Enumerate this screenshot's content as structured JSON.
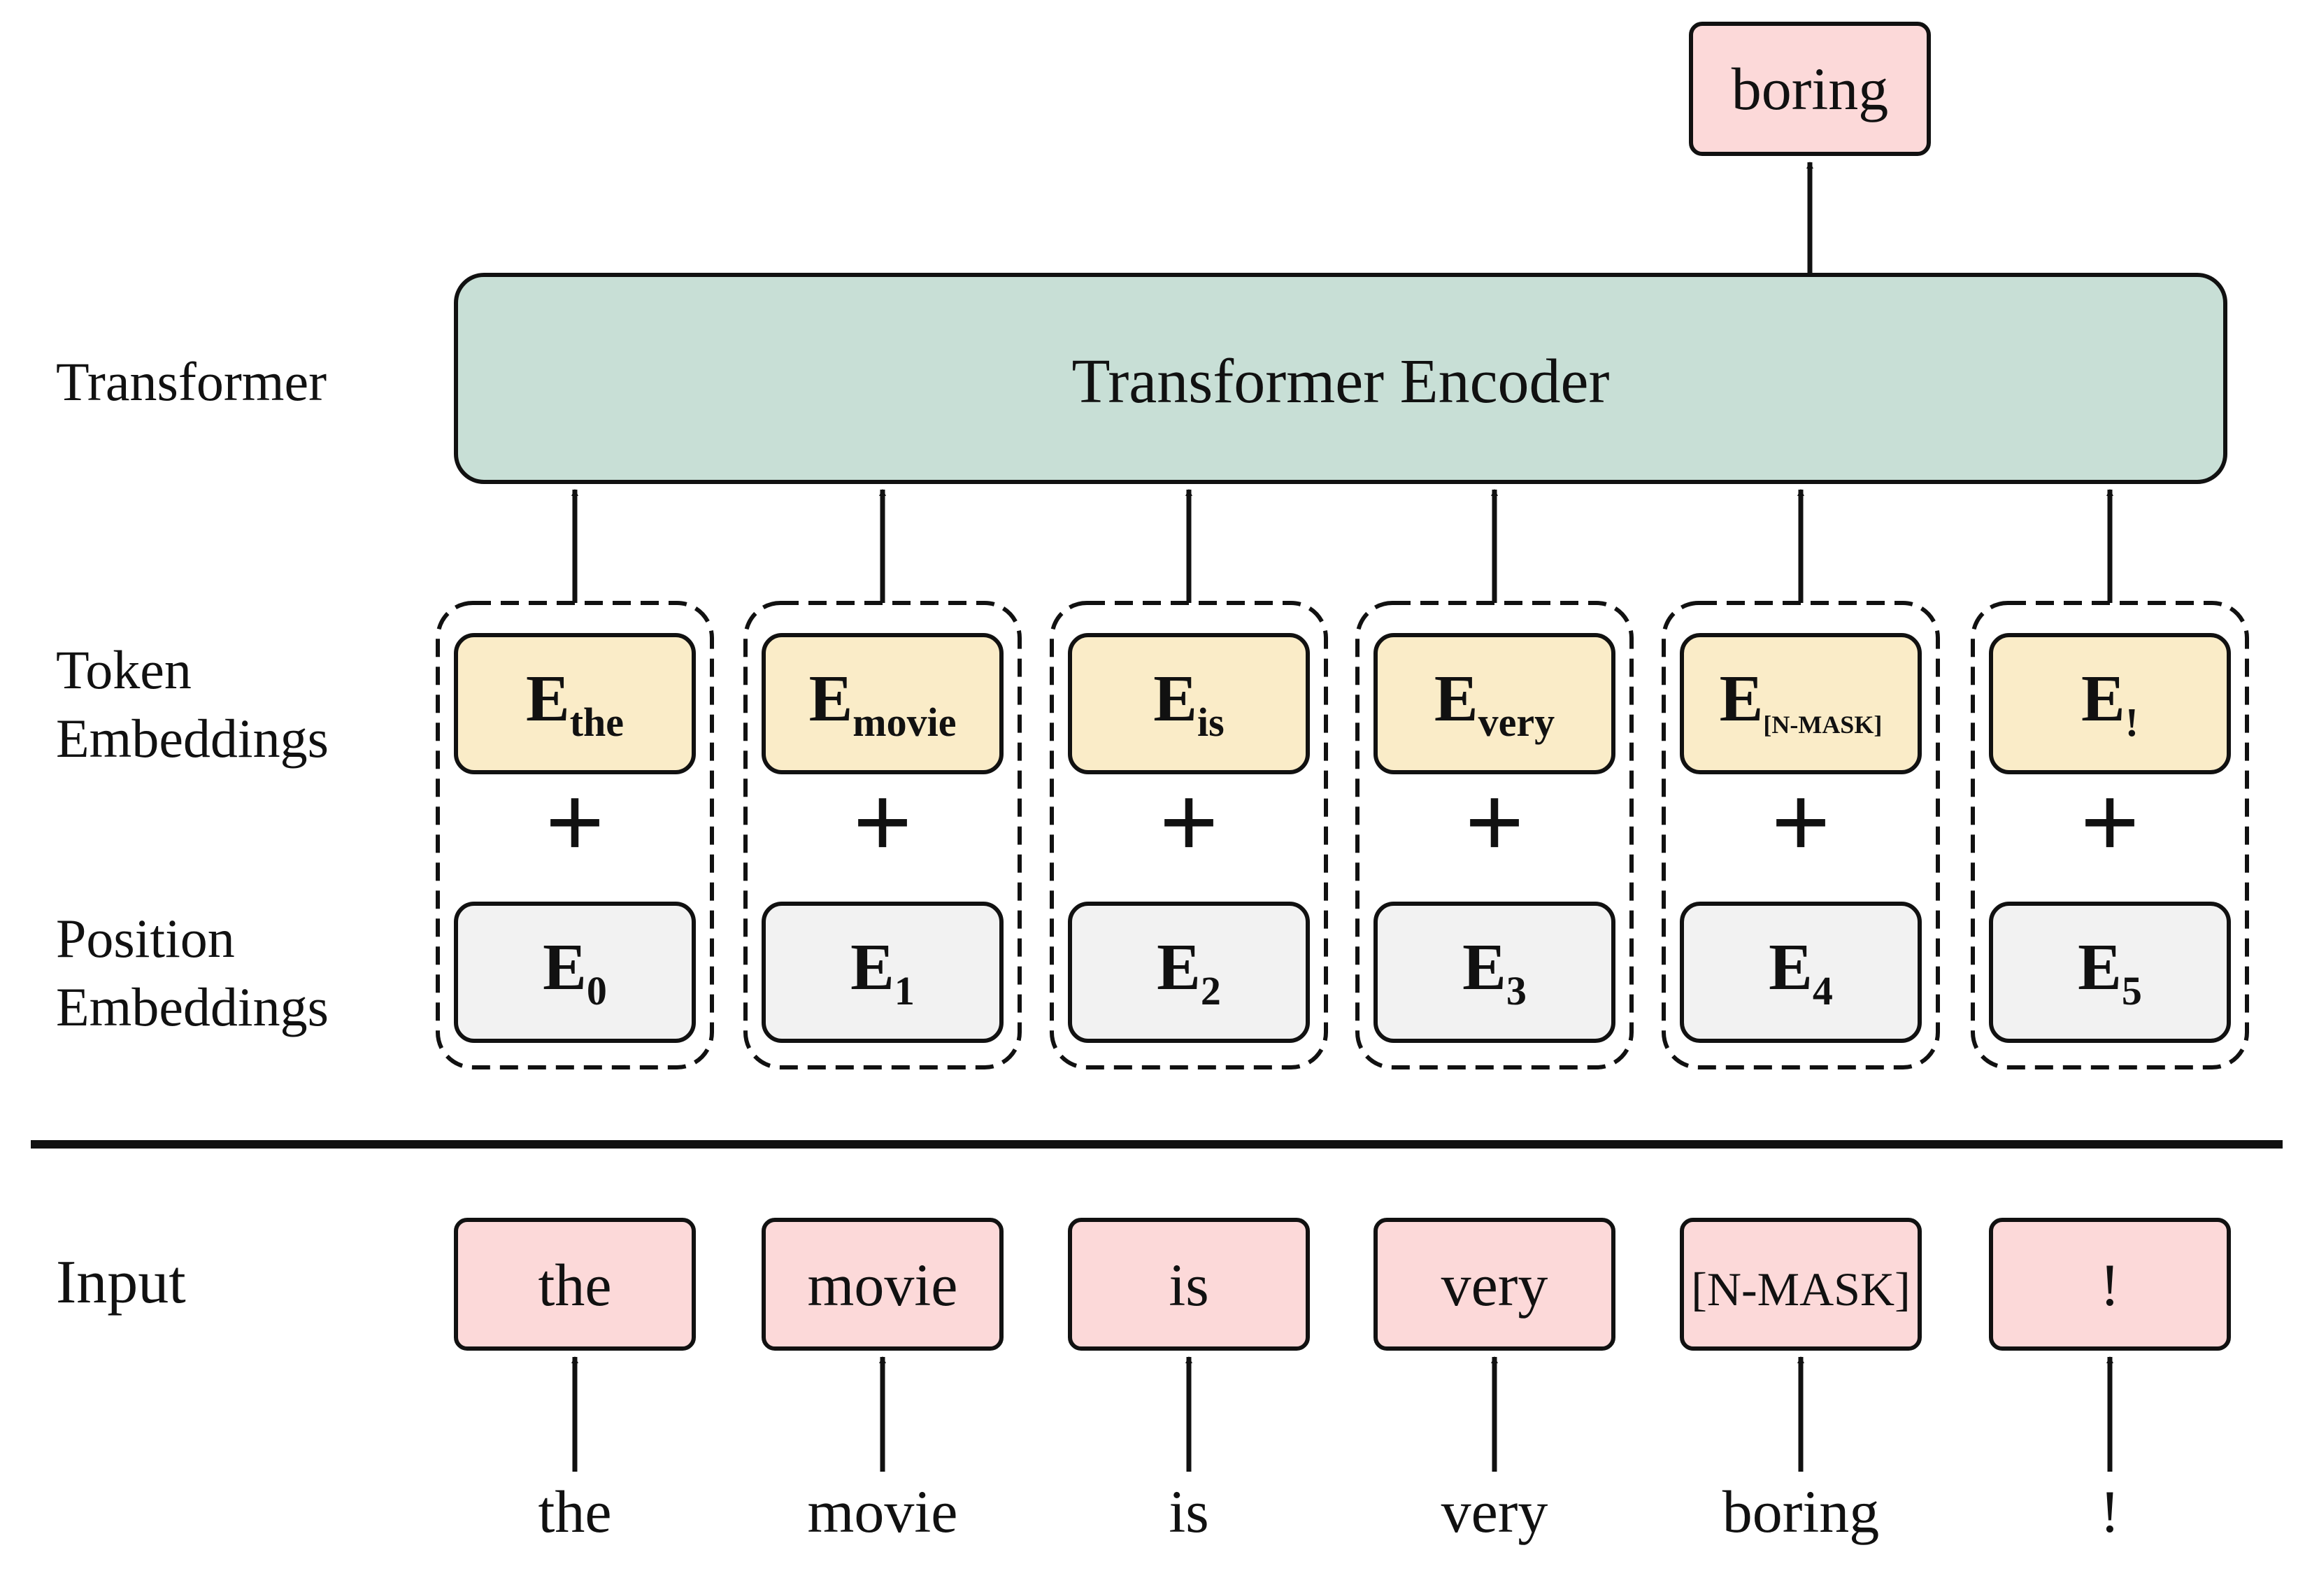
{
  "row_labels": {
    "transformer": "Transformer",
    "token_1": "Token",
    "token_2": "Embeddings",
    "position_1": "Position",
    "position_2": "Embeddings",
    "input": "Input"
  },
  "encoder": {
    "label": "Transformer Encoder"
  },
  "output": {
    "label": "boring"
  },
  "columns": [
    {
      "token_sub": "the",
      "pos_sub": "0",
      "input": "the",
      "word": "the"
    },
    {
      "token_sub": "movie",
      "pos_sub": "1",
      "input": "movie",
      "word": "movie"
    },
    {
      "token_sub": "is",
      "pos_sub": "2",
      "input": "is",
      "word": "is"
    },
    {
      "token_sub": "very",
      "pos_sub": "3",
      "input": "very",
      "word": "very"
    },
    {
      "token_sub": "[N-MASK]",
      "pos_sub": "4",
      "input": "[N-MASK]",
      "word": "boring"
    },
    {
      "token_sub": "!",
      "pos_sub": "5",
      "input": "!",
      "word": "!"
    }
  ],
  "embedding_letter": "E",
  "plus_symbol": "+",
  "colors": {
    "encoder_fill": "#c8dfd6",
    "token_fill": "#faecc8",
    "position_fill": "#f2f2f2",
    "input_fill": "#fcd9d9",
    "stroke": "#111111"
  }
}
